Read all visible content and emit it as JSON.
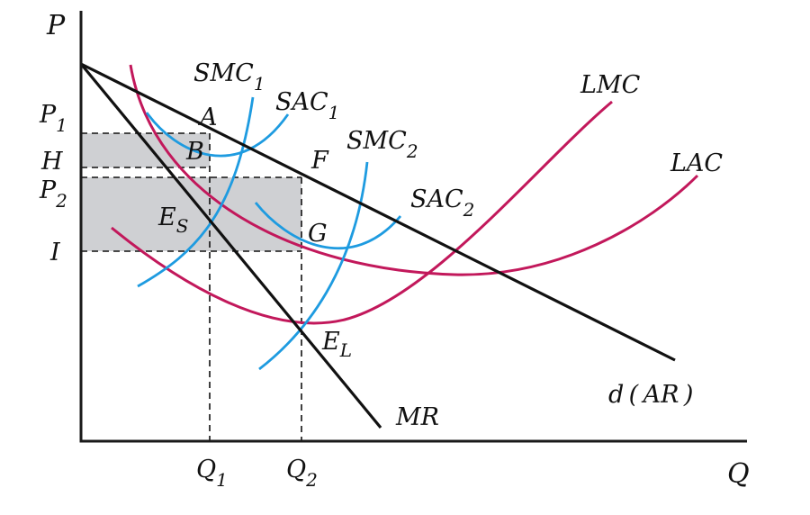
{
  "colors": {
    "long_run_curves": "#c2185b",
    "short_run_curves": "#1e9be0",
    "lines": "#111111",
    "shading": "#cfd0d3"
  },
  "axes": {
    "y_label": "P",
    "x_label": "Q"
  },
  "price_levels": {
    "p1": {
      "main": "P",
      "sub": "1"
    },
    "h": "H",
    "p2": {
      "main": "P",
      "sub": "2"
    },
    "i": "I"
  },
  "quantities": {
    "q1": {
      "main": "Q",
      "sub": "1"
    },
    "q2": {
      "main": "Q",
      "sub": "2"
    }
  },
  "curves": {
    "smc1": {
      "main": "SMC",
      "sub": "1"
    },
    "sac1": {
      "main": "SAC",
      "sub": "1"
    },
    "smc2": {
      "main": "SMC",
      "sub": "2"
    },
    "sac2": {
      "main": "SAC",
      "sub": "2"
    },
    "lmc": "LMC",
    "lac": "LAC",
    "demand": "d ( AR )",
    "mr": "MR"
  },
  "points": {
    "a": "A",
    "b": "B",
    "f": "F",
    "g": "G",
    "es": {
      "main": "E",
      "sub": "S"
    },
    "el": {
      "main": "E",
      "sub": "L"
    }
  }
}
